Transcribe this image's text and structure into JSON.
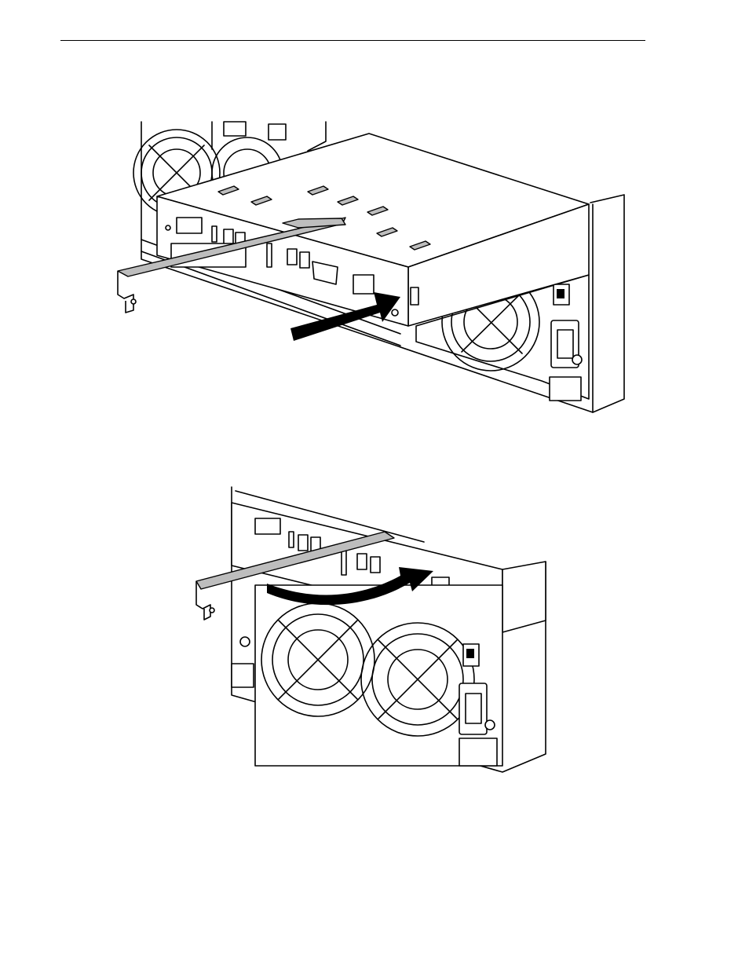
{
  "page": {
    "figures": [
      {
        "id": "fig-insert",
        "icon": "controller-insert-illustration"
      },
      {
        "id": "fig-lock",
        "icon": "latch-close-illustration"
      }
    ]
  }
}
